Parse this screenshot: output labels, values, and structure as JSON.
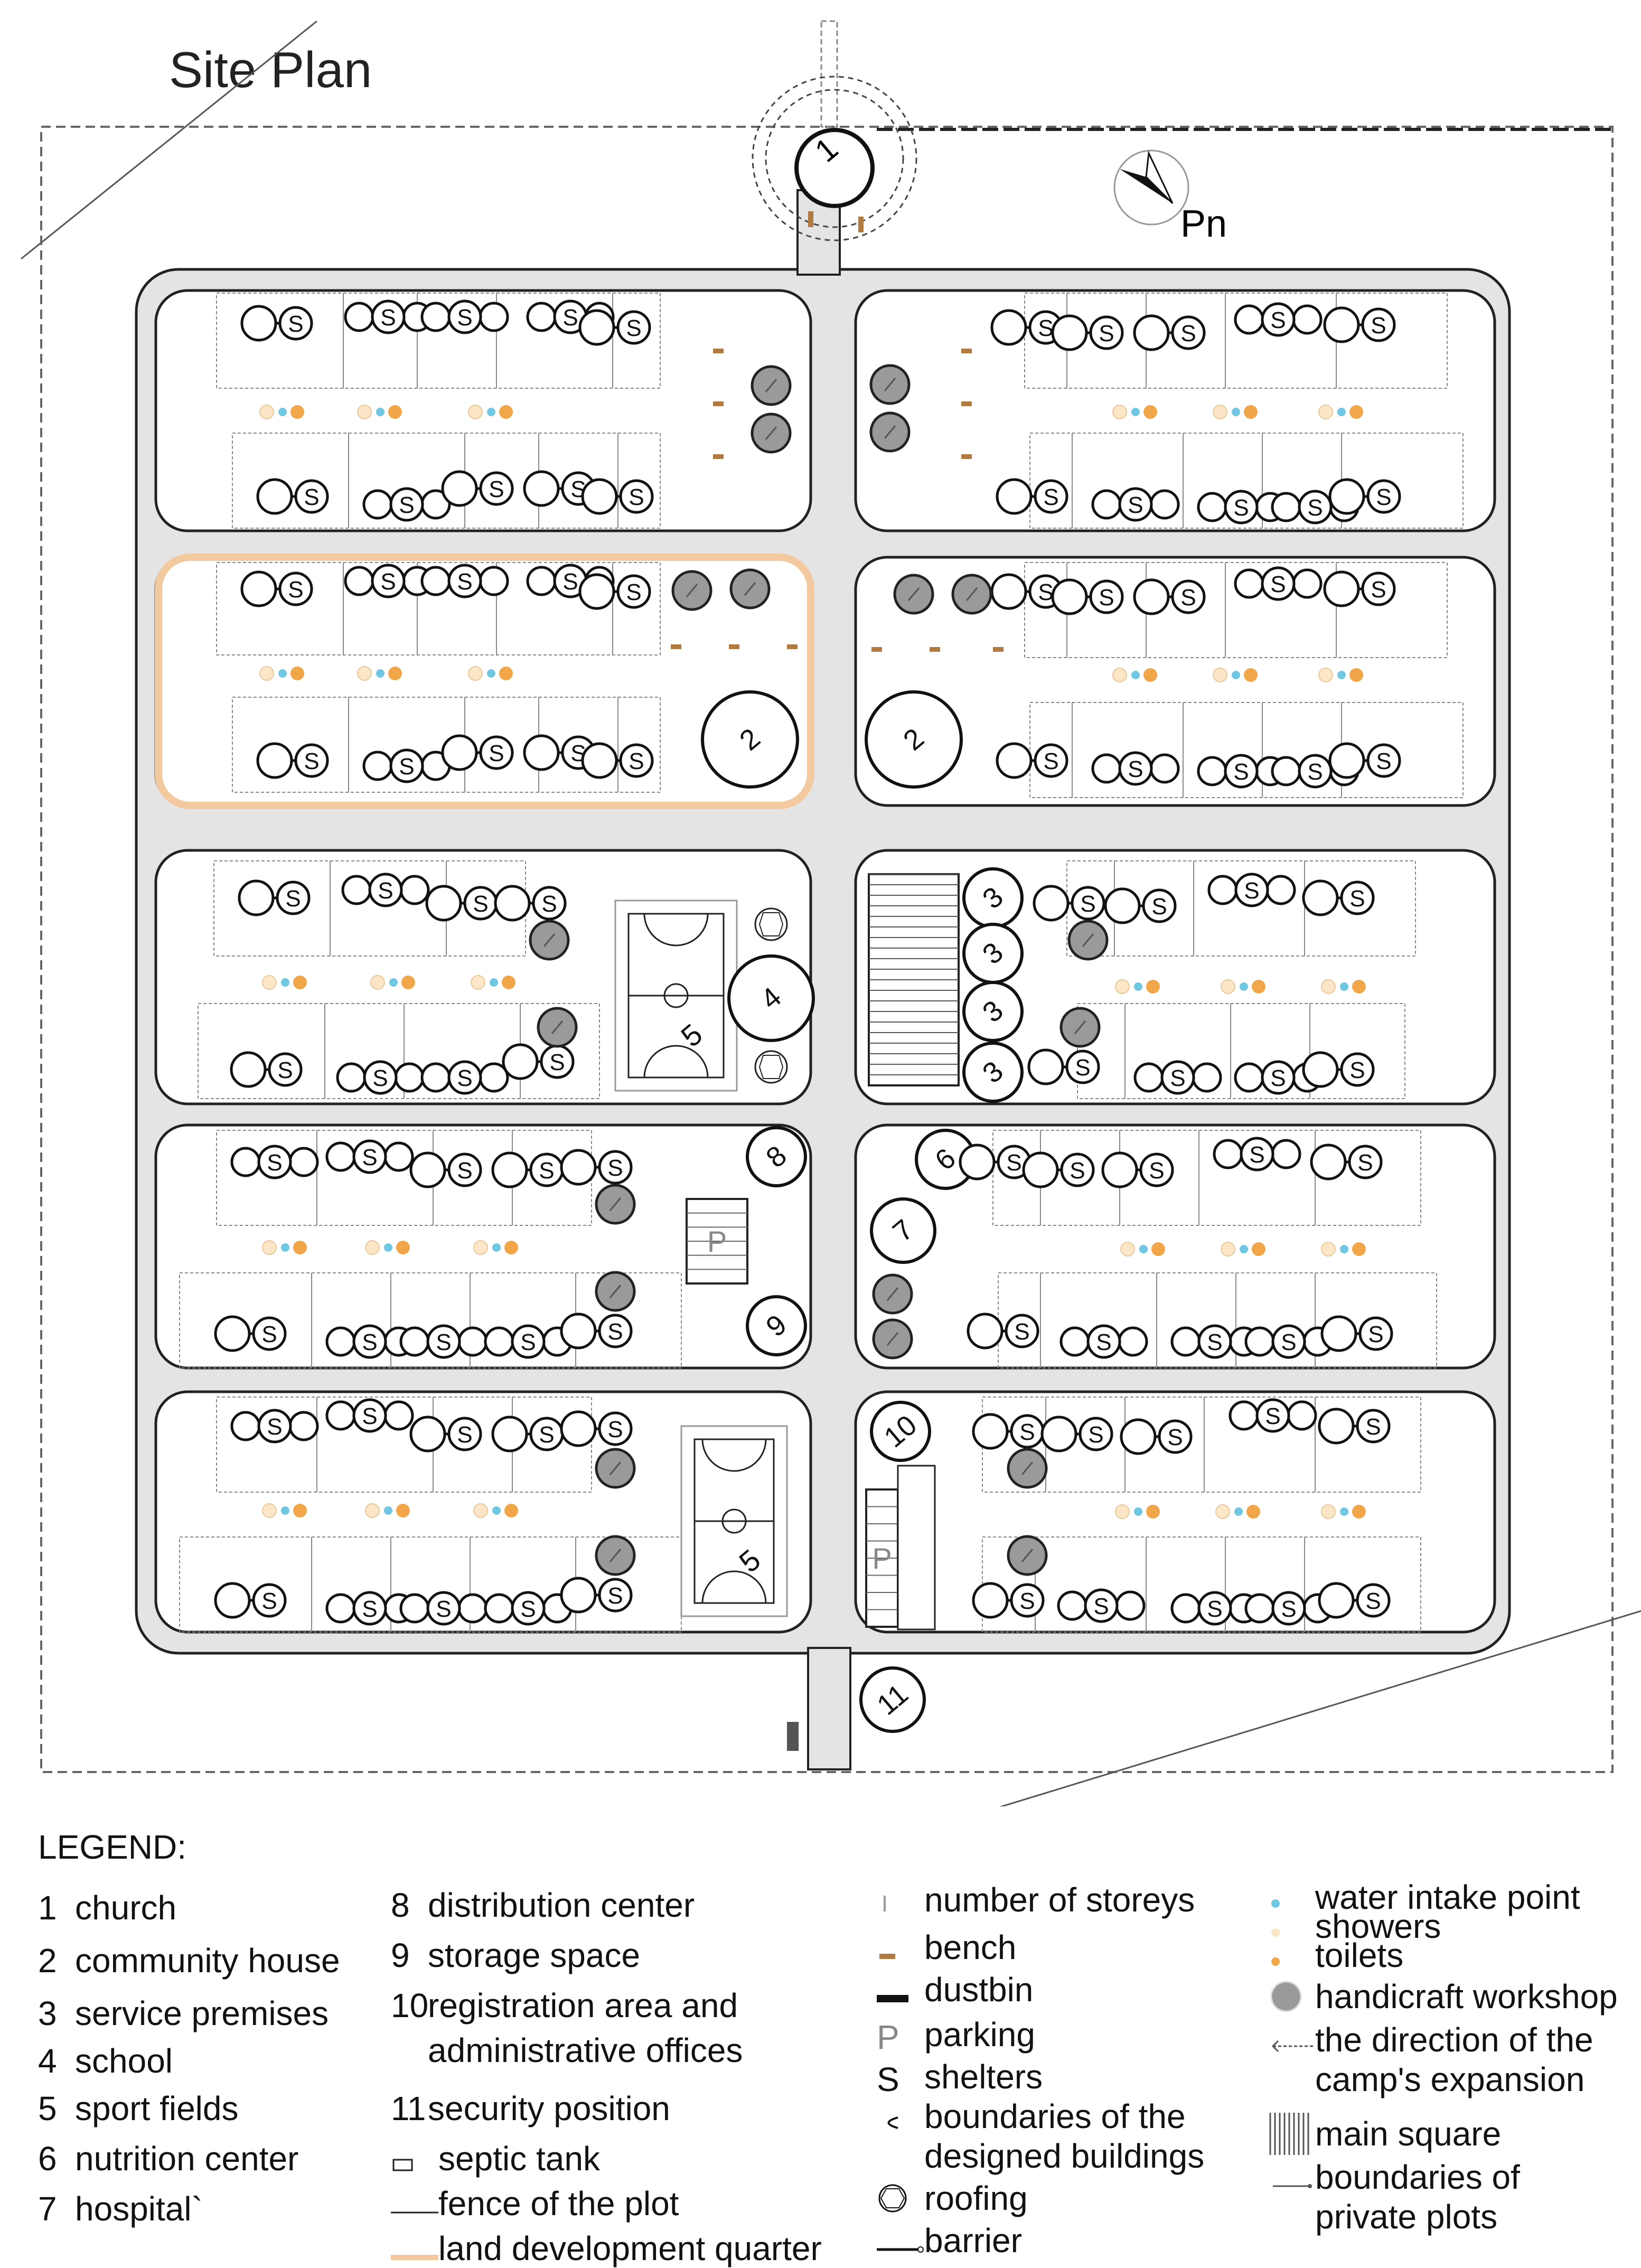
{
  "title": "Site Plan",
  "north_label": "Pn",
  "legend_title": "LEGEND:",
  "legend_numbered": [
    {
      "num": "1",
      "label": "church"
    },
    {
      "num": "2",
      "label": "community house"
    },
    {
      "num": "3",
      "label": "service premises"
    },
    {
      "num": "4",
      "label": "school"
    },
    {
      "num": "5",
      "label": "sport fields"
    },
    {
      "num": "6",
      "label": "nutrition center"
    },
    {
      "num": "7",
      "label": "hospital`"
    },
    {
      "num": "8",
      "label": "distribution center"
    },
    {
      "num": "9",
      "label": "storage space"
    },
    {
      "num": "10",
      "label": "registration area and"
    },
    {
      "num": "",
      "label": "administrative offices"
    },
    {
      "num": "11",
      "label": "security position"
    }
  ],
  "legend_symbols_col2": [
    {
      "icon": "septic-tank-icon",
      "label": "septic tank"
    },
    {
      "icon": "fence-icon",
      "label": "fence of the plot"
    },
    {
      "icon": "land-quarter-icon",
      "label": "land development quarter"
    }
  ],
  "legend_symbols_col3": [
    {
      "icon": "storeys-icon",
      "label": "number of storeys"
    },
    {
      "icon": "bench-icon",
      "label": "bench"
    },
    {
      "icon": "dustbin-icon",
      "label": "dustbin"
    },
    {
      "icon": "parking-icon",
      "glyph": "P",
      "label": "parking"
    },
    {
      "icon": "shelter-icon",
      "glyph": "S",
      "label": "shelters"
    },
    {
      "icon": "building-boundary-icon",
      "label": "boundaries of the"
    },
    {
      "icon": "",
      "label": "designed buildings"
    },
    {
      "icon": "roofing-icon",
      "label": "roofing"
    },
    {
      "icon": "barrier-icon",
      "label": "barrier"
    }
  ],
  "legend_symbols_col4": [
    {
      "icon": "water-intake-icon",
      "label": "water intake point"
    },
    {
      "icon": "shower-icon",
      "label": "showers"
    },
    {
      "icon": "toilet-icon",
      "label": "toilets"
    },
    {
      "icon": "workshop-icon",
      "label": "handicraft workshop"
    },
    {
      "icon": "expansion-arrow-icon",
      "label": "the direction of the"
    },
    {
      "icon": "",
      "label": "camp's expansion"
    },
    {
      "icon": "main-square-icon",
      "label": "main square"
    },
    {
      "icon": "private-plot-icon",
      "label": "boundaries of"
    },
    {
      "icon": "",
      "label": "private plots"
    }
  ],
  "map_labels": {
    "church": "1",
    "community_house": "2",
    "service": "3",
    "school": "4",
    "sport": "5",
    "nutrition": "6",
    "hospital": "7",
    "distribution": "8",
    "storage": "9",
    "registration": "10",
    "security": "11",
    "parking": "P",
    "shelter": "S"
  },
  "colors": {
    "road": "#e4e4e4",
    "outline": "#222222",
    "workshop": "#9a9a9a",
    "water": "#6fc7e2",
    "shower": "#fbe6c8",
    "toilet": "#f2a64a",
    "bench": "#b07a40",
    "quarter_highlight": "#f3c9a0"
  }
}
